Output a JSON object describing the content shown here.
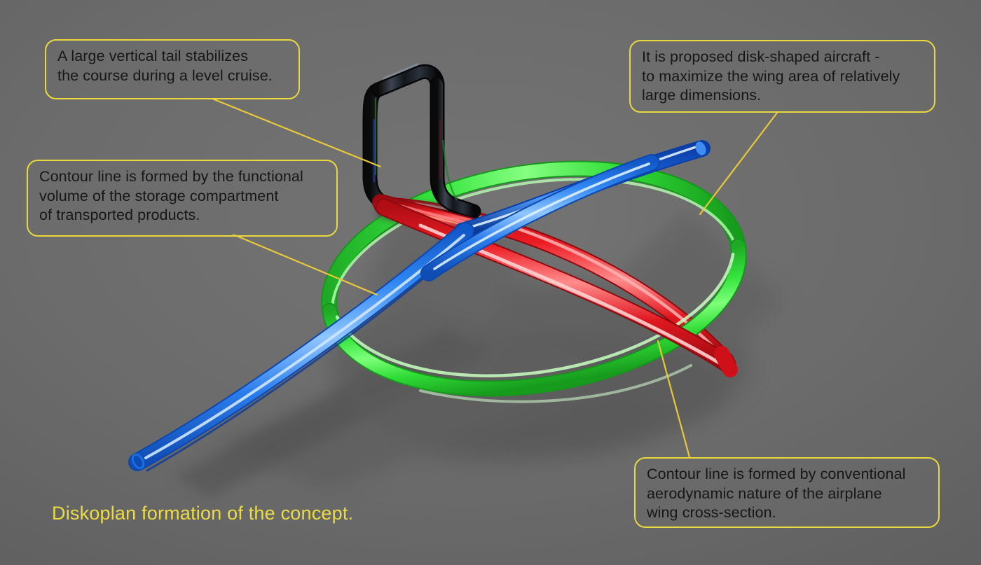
{
  "scene": {
    "background_color": "#6a6a6a",
    "title": "Diskoplan formation of the concept.",
    "title_color": "#ecdc42",
    "accent_color": "#e9d93f",
    "text_color": "#171717",
    "parts": [
      {
        "name": "disk-contour-ring",
        "color": "#2ee03a",
        "semantic": "green-ellipse-disk-outline"
      },
      {
        "name": "storage-volume-contour",
        "color": "#1f7ff0",
        "semantic": "blue-straight-tube"
      },
      {
        "name": "aerodynamic-wing-contour",
        "color": "#ee1c24",
        "semantic": "red-lens-contour"
      },
      {
        "name": "vertical-tail",
        "color": "#141414",
        "semantic": "black-rounded-tail-frame"
      }
    ]
  },
  "callouts": [
    {
      "id": "callout-1",
      "text": "A large vertical tail stabilizes\nthe course during a level cruise.",
      "points_to": "vertical-tail"
    },
    {
      "id": "callout-2",
      "text": "Contour line is formed by the functional\nvolume of the storage compartment\nof transported products.",
      "points_to": "storage-volume-contour"
    },
    {
      "id": "callout-3",
      "text": "It is proposed disk-shaped aircraft -\nto maximize the wing area of relatively\nlarge dimensions.",
      "points_to": "disk-contour-ring"
    },
    {
      "id": "callout-4",
      "text": "Contour line is formed by conventional\naerodynamic nature of the airplane\nwing cross-section.",
      "points_to": "aerodynamic-wing-contour"
    }
  ]
}
